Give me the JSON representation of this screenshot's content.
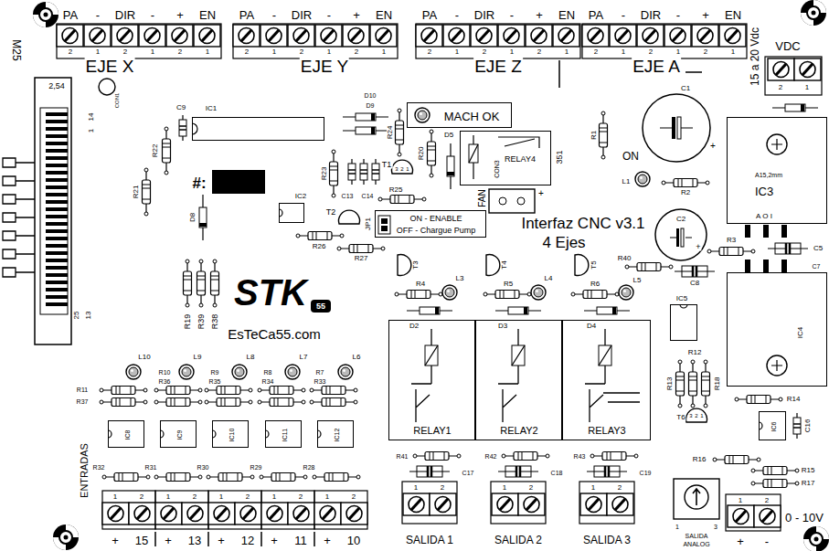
{
  "diagram": {
    "nodes": [
      {
        "text": [
          "IC1"
        ]
      },
      {
        "text": [
          "MACH OK"
        ]
      },
      {
        "text": [
          "RELAY4"
        ]
      },
      {
        "text": [
          "A15,2mm",
          "IC3",
          "A O I"
        ]
      },
      {
        "text": [
          "IC2"
        ]
      },
      {
        "text": [
          "ON - ENABLE",
          "OFF - Chargue Pump"
        ]
      },
      {
        "text": [
          "IC4"
        ]
      },
      {
        "text": [
          "IC5"
        ]
      },
      {
        "text": [
          "RELAY1"
        ]
      },
      {
        "text": [
          "RELAY2"
        ]
      },
      {
        "text": [
          "RELAY3"
        ]
      },
      {
        "text": [
          "IC6"
        ]
      },
      {
        "text": [
          "IC8"
        ]
      },
      {
        "text": [
          "IC9"
        ]
      },
      {
        "text": [
          "IC10"
        ]
      },
      {
        "text": [
          "IC11"
        ]
      },
      {
        "text": [
          "IC12"
        ]
      }
    ],
    "labels": [
      "PA",
      "-",
      "DIR",
      "-",
      "+",
      "EN",
      "PA",
      "-",
      "DIR",
      "-",
      "+",
      "EN",
      "PA",
      "-",
      "DIR",
      "-",
      "+",
      "EN",
      "PA",
      "-",
      "DIR",
      "-",
      "+",
      "EN",
      "2",
      "1",
      "2",
      "1",
      "2",
      "1",
      "2",
      "1",
      "2",
      "1",
      "2",
      "1",
      "2",
      "1",
      "2",
      "1",
      "2",
      "1",
      "2",
      "1",
      "2",
      "1",
      "2",
      "1",
      "EJE X",
      "EJE Y",
      "EJE Z",
      "EJE A",
      "VDC",
      "2",
      "1",
      "15 a 20 Vdc",
      "M25",
      "2,54",
      "CON1",
      "14",
      "1",
      "25",
      "13",
      "C9",
      "R22",
      "R21",
      "#:",
      "D8",
      "R19",
      "R39",
      "R38",
      "STK",
      "55",
      "EsTeCa55.com",
      "D10",
      "D9",
      "R24",
      "R20",
      "D5",
      "T1",
      "3",
      "2",
      "1",
      "R23",
      "C13",
      "C14",
      "R25",
      "T2",
      "JP1",
      "R26",
      "R27",
      "CON3",
      "351",
      "FAN",
      "+",
      "R1",
      "ON",
      "L1",
      "C1",
      "+",
      "R2",
      "C2",
      "+",
      "R3",
      "C5",
      "C7",
      "C8",
      "Interfaz CNC v3.1",
      "4 Ejes",
      "T3",
      "T4",
      "T5",
      "R4",
      "L3",
      "R5",
      "L4",
      "R6",
      "L5",
      "R40",
      "D2",
      "D3",
      "D4",
      "R12",
      "R13",
      "R18",
      "R14",
      "T6",
      "3",
      "2",
      "1",
      "C16",
      "R16",
      "R15",
      "R17",
      "0 - 10V",
      "1",
      "3",
      "SALIDA",
      "ANALOG",
      "1",
      "2",
      "+",
      "-",
      "L10",
      "L9",
      "L8",
      "L7",
      "L6",
      "R11",
      "R37",
      "R10",
      "R36",
      "R9",
      "R35",
      "R8",
      "R34",
      "R7",
      "R33",
      "ENTRADAS",
      "R32",
      "R31",
      "R30",
      "R29",
      "R28",
      "1",
      "2",
      "1",
      "2",
      "1",
      "2",
      "1",
      "2",
      "1",
      "2",
      "+",
      "15",
      "+",
      "13",
      "+",
      "12",
      "+",
      "11",
      "+",
      "10",
      "R41",
      "R42",
      "R43",
      "C17",
      "C18",
      "C19",
      "1",
      "2",
      "1",
      "2",
      "1",
      "2",
      "SALIDA 1",
      "SALIDA 2",
      "SALIDA 3"
    ]
  }
}
